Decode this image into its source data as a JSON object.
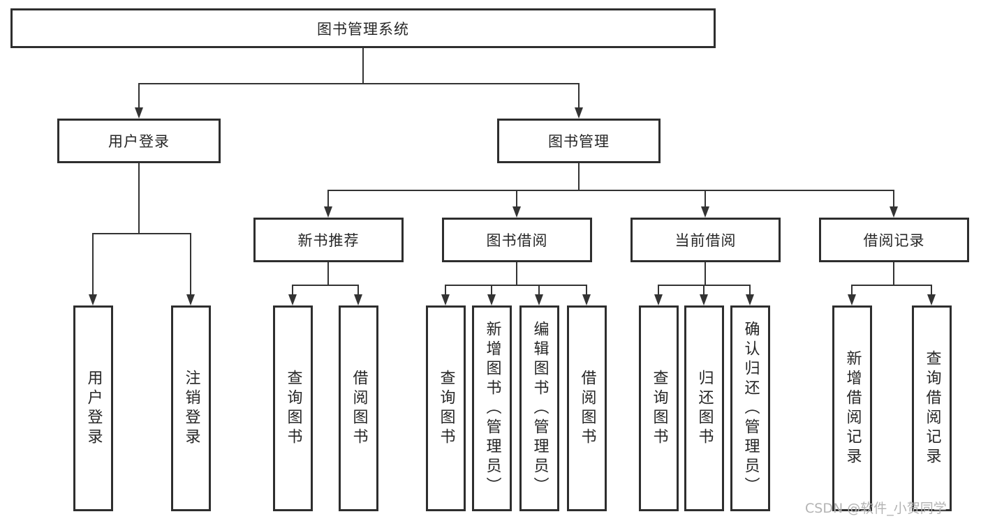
{
  "tree": {
    "root": {
      "label": "图书管理系统",
      "children": [
        {
          "label": "用户登录",
          "children": [
            {
              "label": "用户登录"
            },
            {
              "label": "注销登录"
            }
          ]
        },
        {
          "label": "图书管理",
          "children": [
            {
              "label": "新书推荐",
              "children": [
                {
                  "label": "查询图书"
                },
                {
                  "label": "借阅图书"
                }
              ]
            },
            {
              "label": "图书借阅",
              "children": [
                {
                  "label": "查询图书"
                },
                {
                  "label": "新增图书（管理员）"
                },
                {
                  "label": "编辑图书（管理员）"
                },
                {
                  "label": "借阅图书"
                }
              ]
            },
            {
              "label": "当前借阅",
              "children": [
                {
                  "label": "查询图书"
                },
                {
                  "label": "归还图书"
                },
                {
                  "label": "确认归还（管理员）"
                }
              ]
            },
            {
              "label": "借阅记录",
              "children": [
                {
                  "label": "新增借阅记录"
                },
                {
                  "label": "查询借阅记录"
                }
              ]
            }
          ]
        }
      ]
    }
  },
  "watermark": {
    "text": "CSDN @软件_小贺同学"
  },
  "colors": {
    "line": "#333333",
    "border": "#2e2e2e",
    "text": "#262626",
    "watermark": "#b3b3b3",
    "background": "#ffffff"
  }
}
